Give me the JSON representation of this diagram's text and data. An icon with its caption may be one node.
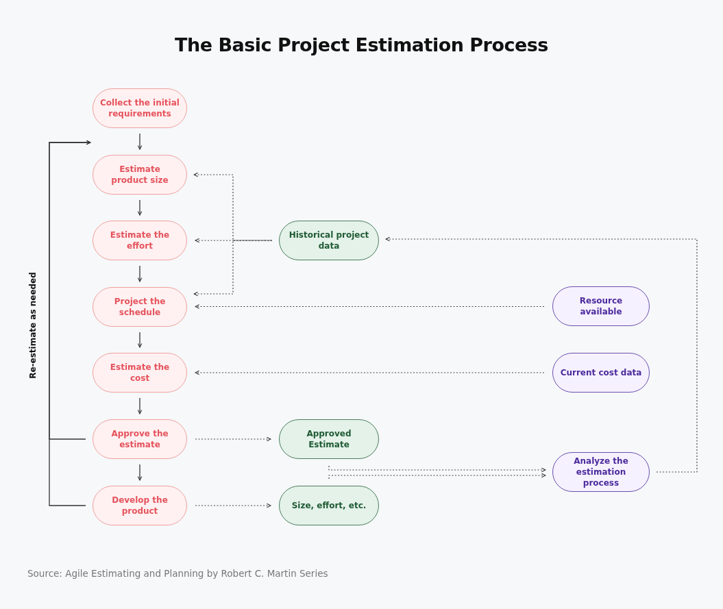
{
  "diagram": {
    "title": "The Basic Project Estimation Process",
    "caption": "Source: Agile Estimating and Planning by Robert C. Martin Series",
    "nodes": [
      {
        "text": [
          "Collect the initial requirements"
        ]
      },
      {
        "text": [
          "Estimate product size"
        ]
      },
      {
        "text": [
          "Estimate the effort"
        ]
      },
      {
        "text": [
          "Project the schedule"
        ]
      },
      {
        "text": [
          "Estimate the cost"
        ]
      },
      {
        "text": [
          "Approve the estimate"
        ]
      },
      {
        "text": [
          "Develop the product"
        ]
      },
      {
        "text": [
          "Historical project data"
        ]
      },
      {
        "text": [
          "Resource available"
        ]
      },
      {
        "text": [
          "Current cost data"
        ]
      },
      {
        "text": [
          "Approved Estimate"
        ]
      },
      {
        "text": [
          "Size, effort, etc."
        ]
      },
      {
        "text": [
          "Analyze the estimation process"
        ]
      }
    ],
    "edges": [
      {
        "from": 0,
        "to": 1,
        "arrow": "to"
      },
      {
        "from": 1,
        "to": 2,
        "arrow": "to"
      },
      {
        "from": 2,
        "to": 3,
        "arrow": "to"
      },
      {
        "from": 3,
        "to": 4,
        "arrow": "to"
      },
      {
        "from": 4,
        "to": 5,
        "arrow": "to"
      },
      {
        "from": 5,
        "to": 6,
        "arrow": "to"
      },
      {
        "from": 7,
        "to": 2,
        "arrow": "to",
        "style": "dashed"
      },
      {
        "from": 7,
        "to": 1,
        "arrow": "to",
        "style": "dashed"
      },
      {
        "from": 7,
        "to": 3,
        "arrow": "to",
        "style": "dashed"
      },
      {
        "from": 8,
        "to": 3,
        "arrow": "to",
        "style": "dashed"
      },
      {
        "from": 9,
        "to": 4,
        "arrow": "to",
        "style": "dashed"
      },
      {
        "from": 5,
        "to": 10,
        "arrow": "to",
        "style": "dashed"
      },
      {
        "from": 6,
        "to": 11,
        "arrow": "to",
        "style": "dashed"
      },
      {
        "from": 10,
        "to": 12,
        "arrow": "to",
        "style": "dashed"
      },
      {
        "from": 11,
        "to": 12,
        "arrow": "to",
        "style": "dashed"
      },
      {
        "from": 12,
        "to": 7,
        "arrow": "to",
        "style": "dashed"
      },
      {
        "from": 5,
        "to": 1,
        "arrow": "to"
      },
      {
        "from": 6,
        "to": 1,
        "arrow": "to"
      }
    ],
    "labels": [
      "Re-estimate as needed"
    ]
  }
}
